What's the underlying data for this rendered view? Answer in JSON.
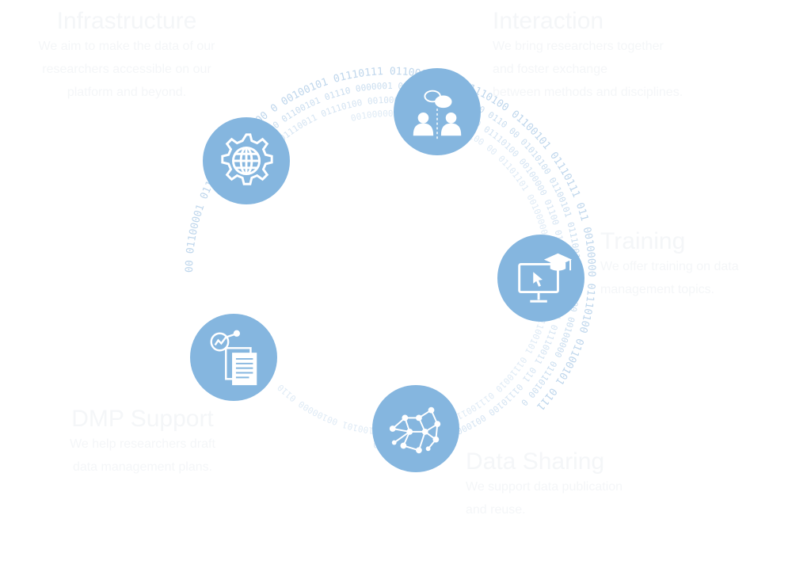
{
  "diagram": {
    "binary_rows": [
      "00 01100001 01110111 01100000 0",
      "00100101 01110111 01100001 01",
      "01110100 01100101 01110111 011",
      "00100000 01110100 01100101 0111",
      "01110011 00100000 01100101 01110",
      "0000001 00100000 01010100 0110",
      "00 01010100 01100101 01110011",
      "01101000 00100000 01110100 0",
      "01110011 01110100 00100000 0111",
      "01100110 01110100 00100000 01100",
      "01010100 01100101 01110011 011",
      "01110100 00100000 01110011 0110",
      "00100000 01110011 01110100 00",
      "01101101 00100000 01100101 0110",
      "01100101 01110010 01110011 011",
      "01101100 01100101 00100000 0110"
    ],
    "nodes": [
      {
        "id": "infrastructure",
        "icon": "globe-gear-icon"
      },
      {
        "id": "interaction",
        "icon": "people-conversation-icon"
      },
      {
        "id": "training",
        "icon": "computer-graduation-cap-icon"
      },
      {
        "id": "datasharing",
        "icon": "network-graph-icon"
      },
      {
        "id": "documents",
        "icon": "chart-documents-icon"
      }
    ],
    "labels": {
      "infrastructure": {
        "title": "Infrastructure",
        "desc": [
          "We aim to make the data of our",
          "researchers accessible on our",
          "platform and beyond."
        ]
      },
      "interaction": {
        "title": "Interaction",
        "desc": [
          "We bring researchers together",
          "and foster exchange",
          "between methods and disciplines."
        ]
      },
      "training": {
        "title": "Training",
        "desc": [
          "We offer training on data",
          "management topics."
        ]
      },
      "dmp": {
        "title": "DMP Support",
        "desc": [
          "We help researchers draft",
          "data management plans."
        ]
      },
      "datasharing": {
        "title": "Data Sharing",
        "desc": [
          "We support data publication",
          "and reuse."
        ]
      }
    },
    "colors": {
      "node": "#85b6df",
      "binary": "#b8d2ea",
      "label": "#f4f6f8",
      "icon": "#ffffff"
    }
  }
}
